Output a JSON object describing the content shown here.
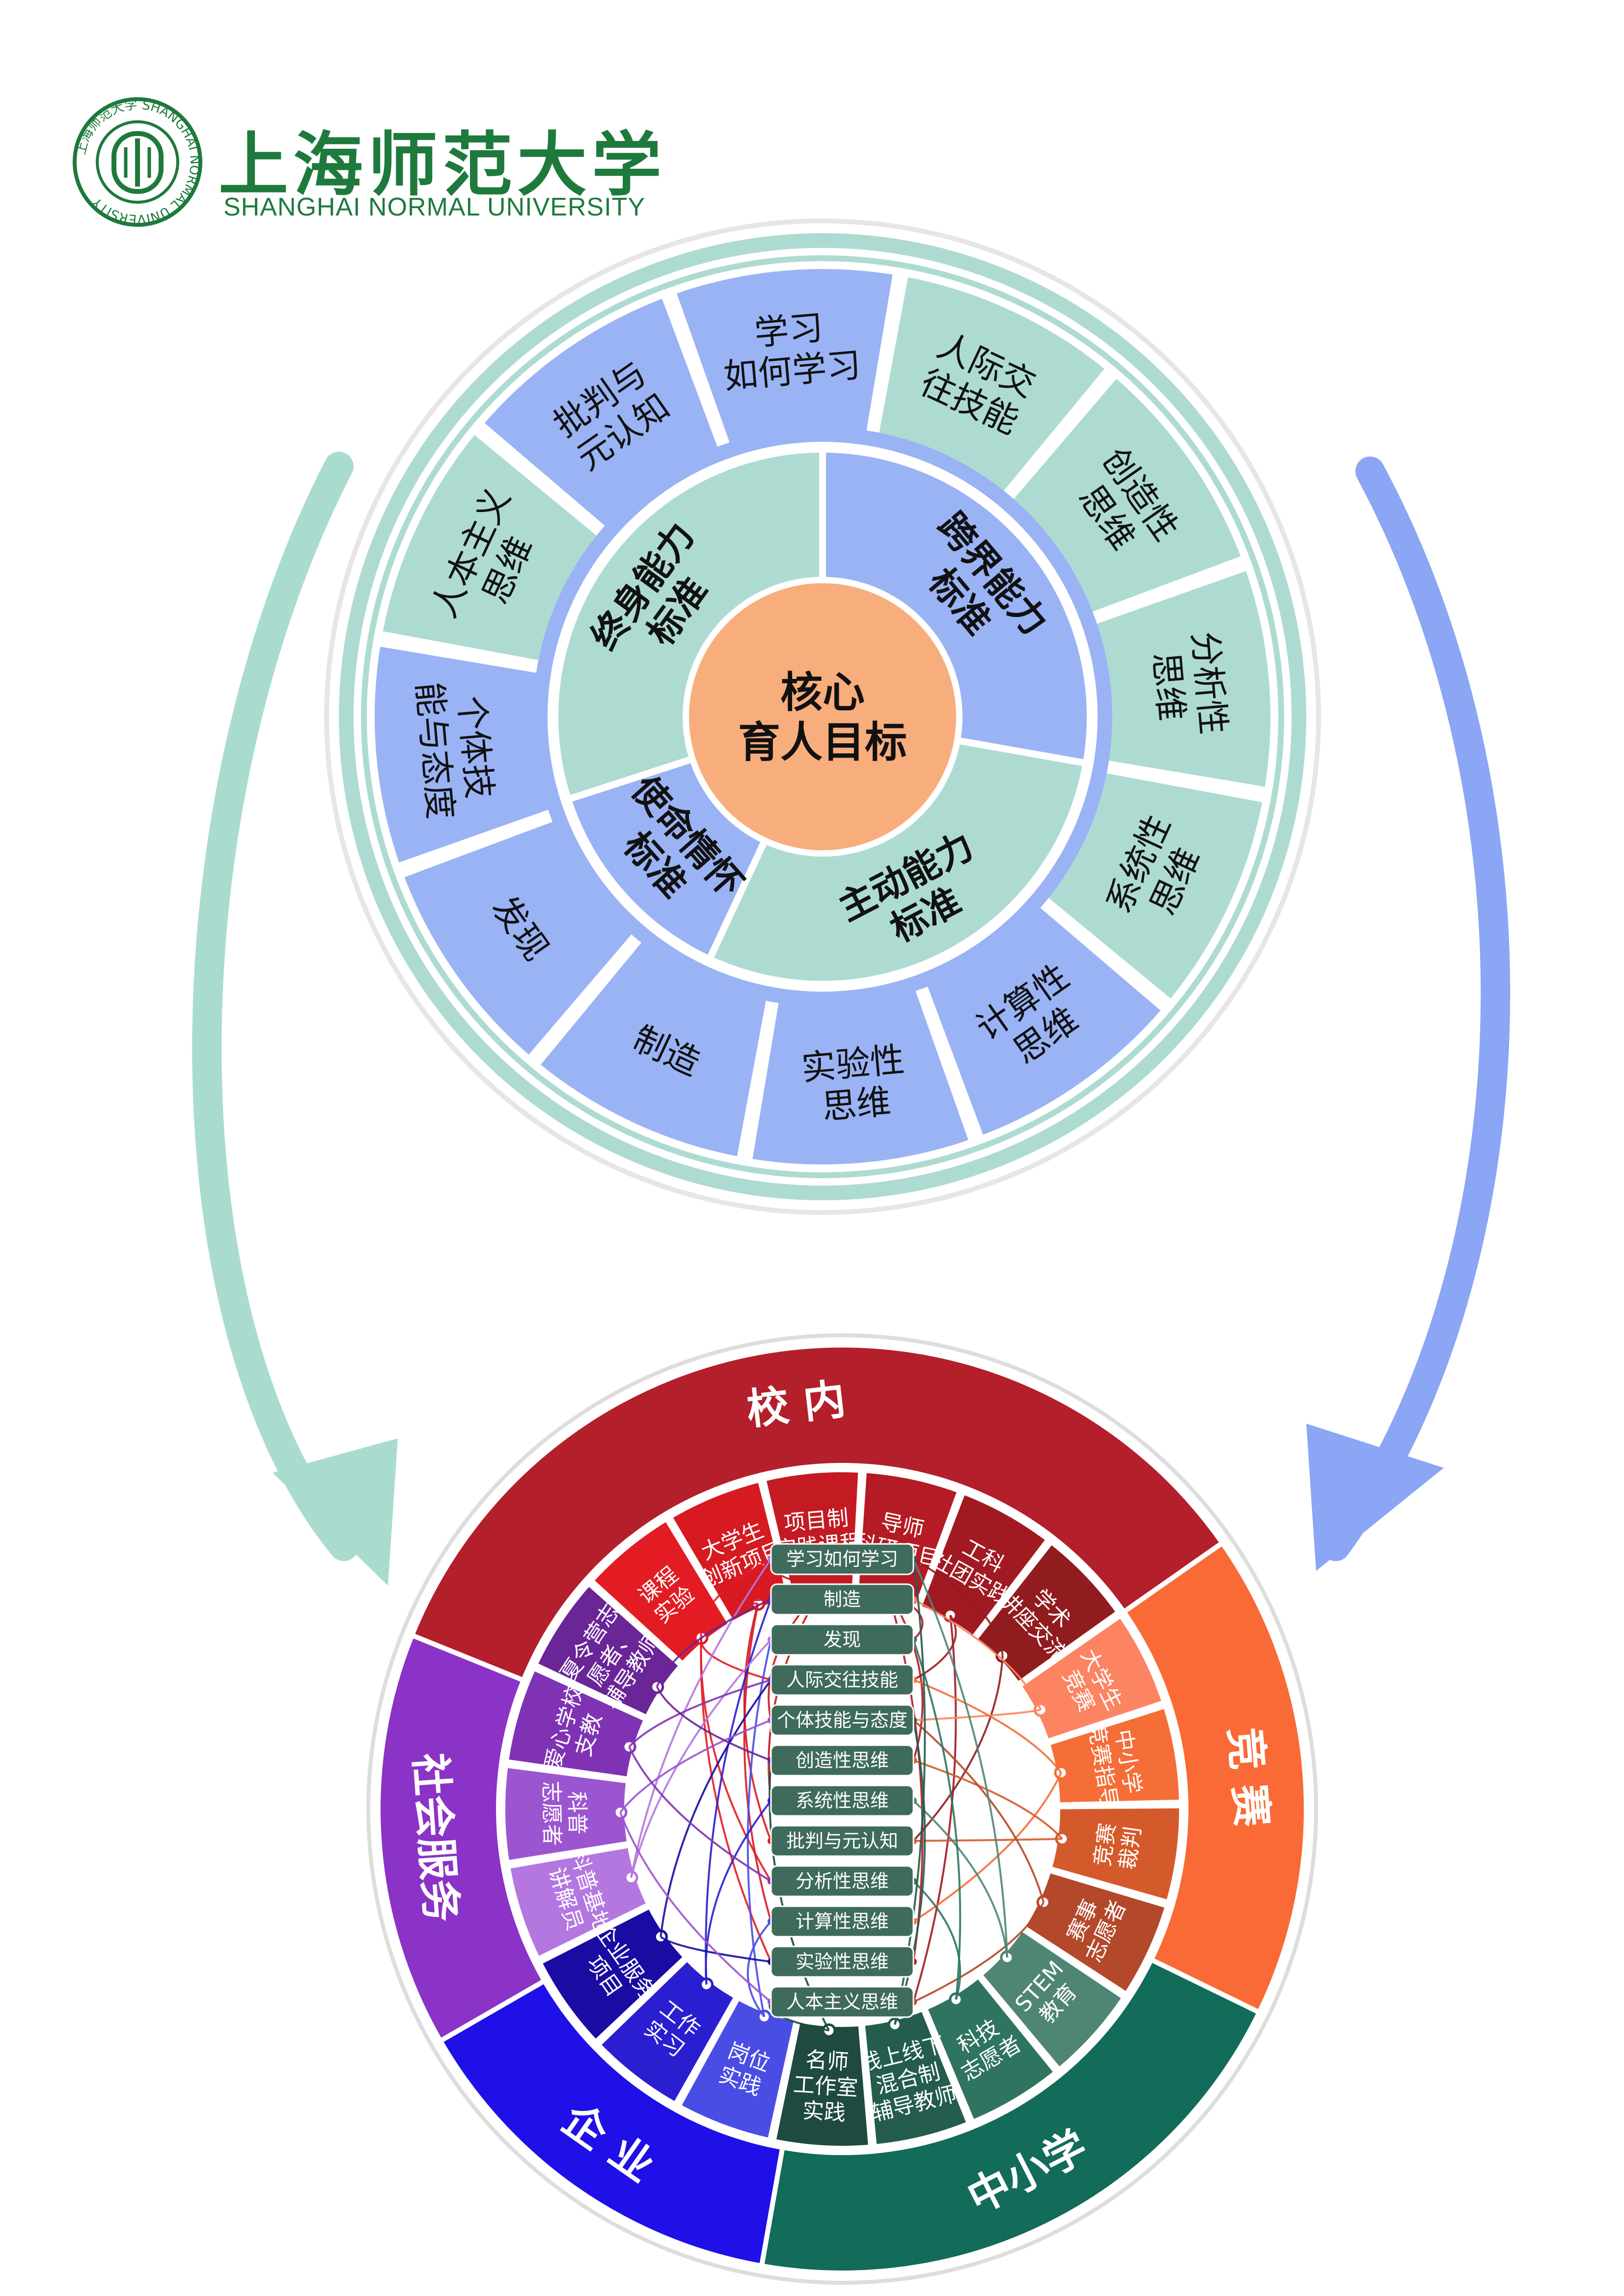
{
  "header": {
    "title": "上海师范大学",
    "subtitle": "SHANGHAI NORMAL UNIVERSITY",
    "seal_text": "上海师范大学 SHANGHAI NORMAL UNIVERSITY"
  },
  "top_wheel": {
    "center_label": [
      "核心",
      "育人目标"
    ],
    "standards": [
      {
        "label": [
          "终身能力",
          "标准"
        ],
        "color": "#aedbd1"
      },
      {
        "label": [
          "跨界能力",
          "标准"
        ],
        "color": "#9ab3f5"
      },
      {
        "label": [
          "主动能力",
          "标准"
        ],
        "color": "#aedbd1"
      },
      {
        "label": [
          "使命情怀",
          "标准"
        ],
        "color": "#9ab3f5"
      }
    ],
    "outer_ring": [
      {
        "label": [
          "学习",
          "如何学习"
        ],
        "color": "#9ab3f5"
      },
      {
        "label": [
          "人际交",
          "往技能"
        ],
        "color": "#aedbd1"
      },
      {
        "label": [
          "创造性",
          "思维"
        ],
        "color": "#aedbd1"
      },
      {
        "label": [
          "分析性",
          "思维"
        ],
        "color": "#aedbd1"
      },
      {
        "label": [
          "系统性",
          "思维"
        ],
        "color": "#aedbd1"
      },
      {
        "label": [
          "计算性",
          "思维"
        ],
        "color": "#9ab3f5"
      },
      {
        "label": [
          "实验性",
          "思维"
        ],
        "color": "#9ab3f5"
      },
      {
        "label": [
          "制造"
        ],
        "color": "#9ab3f5"
      },
      {
        "label": [
          "发现"
        ],
        "color": "#9ab3f5"
      },
      {
        "label": [
          "个体技",
          "能与态度"
        ],
        "color": "#9ab3f5"
      },
      {
        "label": [
          "人本主义",
          "思维"
        ],
        "color": "#aedbd1"
      },
      {
        "label": [
          "批判与",
          "元认知"
        ],
        "color": "#9ab3f5"
      }
    ],
    "colors": {
      "teal": "#aedbd1",
      "blue": "#9ab3f5",
      "center": "#f8ad7c",
      "ring_border": "#aedbd1"
    }
  },
  "bottom_wheel": {
    "categories": [
      {
        "label": "校 内",
        "color": "#b31f2a"
      },
      {
        "label": "竞 赛",
        "color": "#f96a36"
      },
      {
        "label": "中小学",
        "color": "#136b59"
      },
      {
        "label": "企 业",
        "color": "#1e10e6"
      },
      {
        "label": "社会服务",
        "color": "#8b32c7"
      }
    ],
    "activities": [
      {
        "label": [
          "课程",
          "实验"
        ],
        "group": 0,
        "color": "#e31c23"
      },
      {
        "label": [
          "大学生",
          "创新项目"
        ],
        "group": 0,
        "color": "#d71a21"
      },
      {
        "label": [
          "项目制",
          "实践课程"
        ],
        "group": 0,
        "color": "#c41a22"
      },
      {
        "label": [
          "导师",
          "科研项目"
        ],
        "group": 0,
        "color": "#b41b24"
      },
      {
        "label": [
          "工科",
          "社团实践"
        ],
        "group": 0,
        "color": "#a11a22"
      },
      {
        "label": [
          "学术",
          "讲座交流"
        ],
        "group": 0,
        "color": "#911c1f"
      },
      {
        "label": [
          "大学生",
          "竞赛"
        ],
        "group": 1,
        "color": "#fc8462"
      },
      {
        "label": [
          "中小学",
          "竞赛指导"
        ],
        "group": 1,
        "color": "#f56d37"
      },
      {
        "label": [
          "竞赛",
          "裁判"
        ],
        "group": 1,
        "color": "#d55a2b"
      },
      {
        "label": [
          "赛事",
          "志愿者"
        ],
        "group": 1,
        "color": "#b4482a"
      },
      {
        "label": [
          "STEM",
          "教育"
        ],
        "group": 2,
        "color": "#4f8575"
      },
      {
        "label": [
          "科技",
          "志愿者"
        ],
        "group": 2,
        "color": "#2f7460"
      },
      {
        "label": [
          "线上线下",
          "混合制",
          "辅导教师"
        ],
        "group": 2,
        "color": "#245c4e"
      },
      {
        "label": [
          "名师",
          "工作室",
          "实践"
        ],
        "group": 2,
        "color": "#1e4a3f"
      },
      {
        "label": [
          "岗位",
          "实践"
        ],
        "group": 3,
        "color": "#4a4de4"
      },
      {
        "label": [
          "工作",
          "实习"
        ],
        "group": 3,
        "color": "#2a1fd0"
      },
      {
        "label": [
          "企业服务",
          "项目"
        ],
        "group": 3,
        "color": "#1a0ba2"
      },
      {
        "label": [
          "科普基地",
          "讲解员"
        ],
        "group": 4,
        "color": "#b477e0"
      },
      {
        "label": [
          "科普",
          "志愿者"
        ],
        "group": 4,
        "color": "#9c55d0"
      },
      {
        "label": [
          "爱心学校",
          "支教"
        ],
        "group": 4,
        "color": "#7f33b4"
      },
      {
        "label": [
          "夏令营志",
          "愿者、",
          "辅导教师"
        ],
        "group": 4,
        "color": "#6a2597"
      }
    ],
    "skills": [
      "学习如何学习",
      "制造",
      "发现",
      "人际交往技能",
      "个体技能与态度",
      "创造性思维",
      "系统性思维",
      "批判与元认知",
      "分析性思维",
      "计算性思维",
      "实验性思维",
      "人本主义思维"
    ],
    "skill_box_color": "#3f6b5c",
    "links": [
      [
        0,
        0
      ],
      [
        0,
        3
      ],
      [
        0,
        8
      ],
      [
        0,
        10
      ],
      [
        1,
        1
      ],
      [
        1,
        7
      ],
      [
        1,
        9
      ],
      [
        2,
        0
      ],
      [
        2,
        4
      ],
      [
        2,
        6
      ],
      [
        3,
        2
      ],
      [
        3,
        5
      ],
      [
        3,
        10
      ],
      [
        4,
        3
      ],
      [
        4,
        11
      ],
      [
        5,
        0
      ],
      [
        5,
        7
      ],
      [
        6,
        4
      ],
      [
        6,
        1
      ],
      [
        7,
        3
      ],
      [
        7,
        9
      ],
      [
        8,
        7
      ],
      [
        8,
        5
      ],
      [
        9,
        4
      ],
      [
        9,
        11
      ],
      [
        10,
        0
      ],
      [
        10,
        6
      ],
      [
        11,
        2
      ],
      [
        11,
        8
      ],
      [
        12,
        4
      ],
      [
        12,
        0
      ],
      [
        13,
        5
      ],
      [
        13,
        11
      ],
      [
        14,
        2
      ],
      [
        14,
        9
      ],
      [
        15,
        1
      ],
      [
        15,
        6
      ],
      [
        16,
        3
      ],
      [
        16,
        10
      ],
      [
        17,
        0
      ],
      [
        17,
        2
      ],
      [
        18,
        4
      ],
      [
        18,
        11
      ],
      [
        19,
        3
      ],
      [
        19,
        8
      ],
      [
        20,
        1
      ],
      [
        20,
        5
      ]
    ]
  },
  "connectors": {
    "left_color": "#a9dccf",
    "right_color": "#8aa6f4"
  }
}
